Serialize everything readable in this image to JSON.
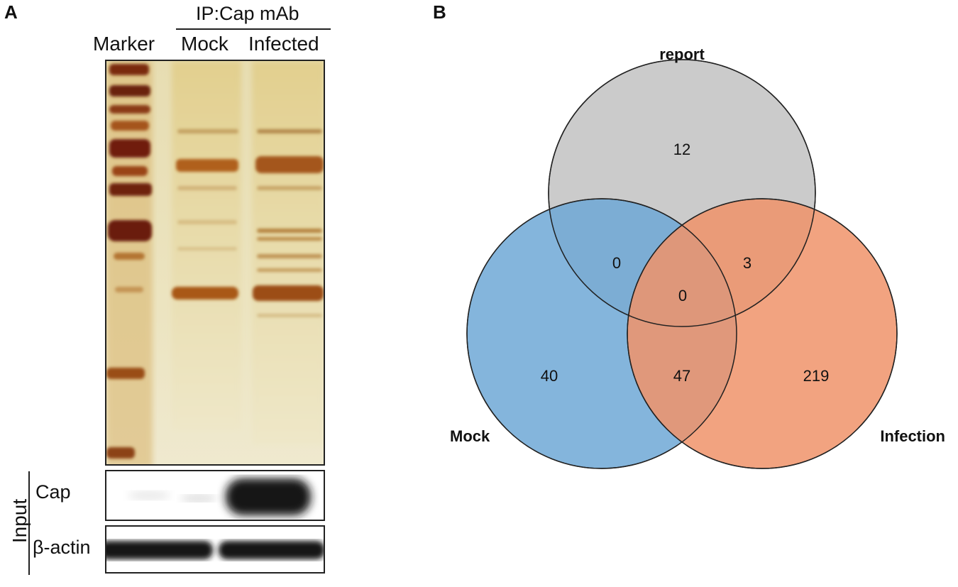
{
  "panel_a": {
    "letter": "A",
    "ip_label": "IP:Cap mAb",
    "lanes": {
      "marker": "Marker",
      "mock": "Mock",
      "infected": "Infected"
    },
    "input_label": "Input",
    "blot_rows": {
      "cap": "Cap",
      "actin": "β-actin"
    }
  },
  "panel_b": {
    "letter": "B",
    "sets": {
      "report": "report",
      "mock": "Mock",
      "infection": "Infection"
    },
    "colors": {
      "report": "#c2c2c2",
      "mock": "#6fa8d6",
      "infection": "#f0936a"
    },
    "counts": {
      "report_only": "12",
      "mock_only": "40",
      "infection_only": "219",
      "report_mock": "0",
      "report_infection": "3",
      "mock_infection": "47",
      "all_three": "0"
    }
  }
}
